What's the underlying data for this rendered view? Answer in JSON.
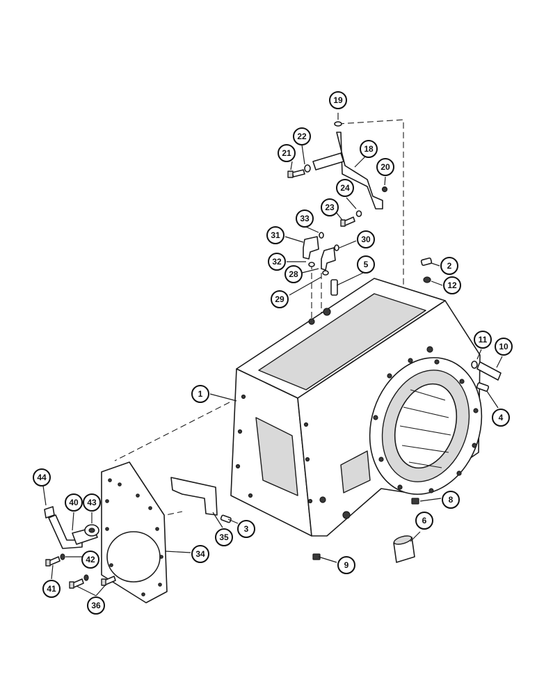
{
  "diagram": {
    "callouts": [
      {
        "id": "c19",
        "label": "19"
      },
      {
        "id": "c22",
        "label": "22"
      },
      {
        "id": "c18",
        "label": "18"
      },
      {
        "id": "c21",
        "label": "21"
      },
      {
        "id": "c20",
        "label": "20"
      },
      {
        "id": "c24",
        "label": "24"
      },
      {
        "id": "c23",
        "label": "23"
      },
      {
        "id": "c33",
        "label": "33"
      },
      {
        "id": "c31",
        "label": "31"
      },
      {
        "id": "c30",
        "label": "30"
      },
      {
        "id": "c32",
        "label": "32"
      },
      {
        "id": "c28",
        "label": "28"
      },
      {
        "id": "c5",
        "label": "5"
      },
      {
        "id": "c2",
        "label": "2"
      },
      {
        "id": "c12",
        "label": "12"
      },
      {
        "id": "c29",
        "label": "29"
      },
      {
        "id": "c11",
        "label": "11"
      },
      {
        "id": "c10",
        "label": "10"
      },
      {
        "id": "c1",
        "label": "1"
      },
      {
        "id": "c4",
        "label": "4"
      },
      {
        "id": "c44",
        "label": "44"
      },
      {
        "id": "c40",
        "label": "40"
      },
      {
        "id": "c43",
        "label": "43"
      },
      {
        "id": "c8",
        "label": "8"
      },
      {
        "id": "c6",
        "label": "6"
      },
      {
        "id": "c3",
        "label": "3"
      },
      {
        "id": "c35",
        "label": "35"
      },
      {
        "id": "c34",
        "label": "34"
      },
      {
        "id": "c42",
        "label": "42"
      },
      {
        "id": "c9",
        "label": "9"
      },
      {
        "id": "c41",
        "label": "41"
      },
      {
        "id": "c36",
        "label": "36"
      }
    ]
  }
}
